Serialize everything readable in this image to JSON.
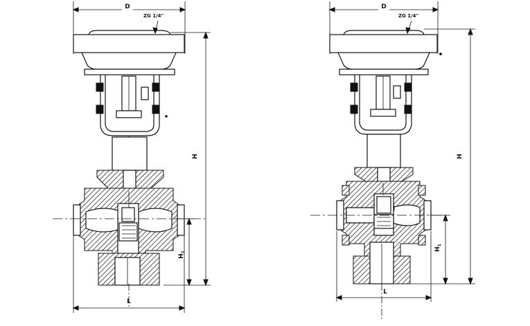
{
  "views": [
    {
      "labels": {
        "diameter": "D",
        "connection": "ZG 1/4\"",
        "height": "H",
        "height1": "H",
        "height1_sub": "1",
        "length": "L"
      }
    },
    {
      "labels": {
        "diameter": "D",
        "connection": "ZG 1/4\"",
        "height": "H",
        "height1": "H",
        "height1_sub": "1",
        "length": "L"
      }
    }
  ]
}
